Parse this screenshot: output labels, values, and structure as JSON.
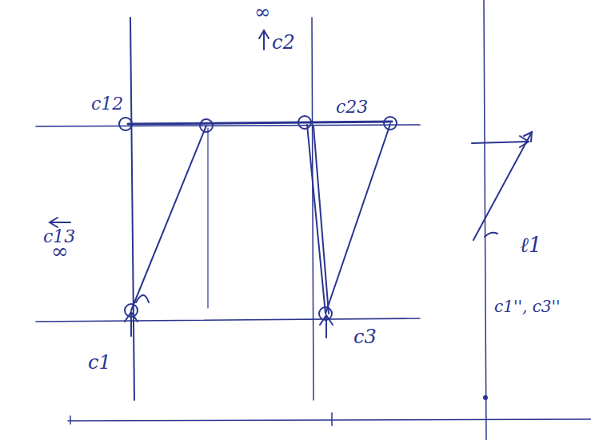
{
  "diagram": {
    "labels": [
      "∞",
      "c2",
      "c12",
      "c23",
      "c13",
      "∞",
      "c1",
      "c3",
      "ℓ1",
      "c1'', c3''"
    ]
  }
}
